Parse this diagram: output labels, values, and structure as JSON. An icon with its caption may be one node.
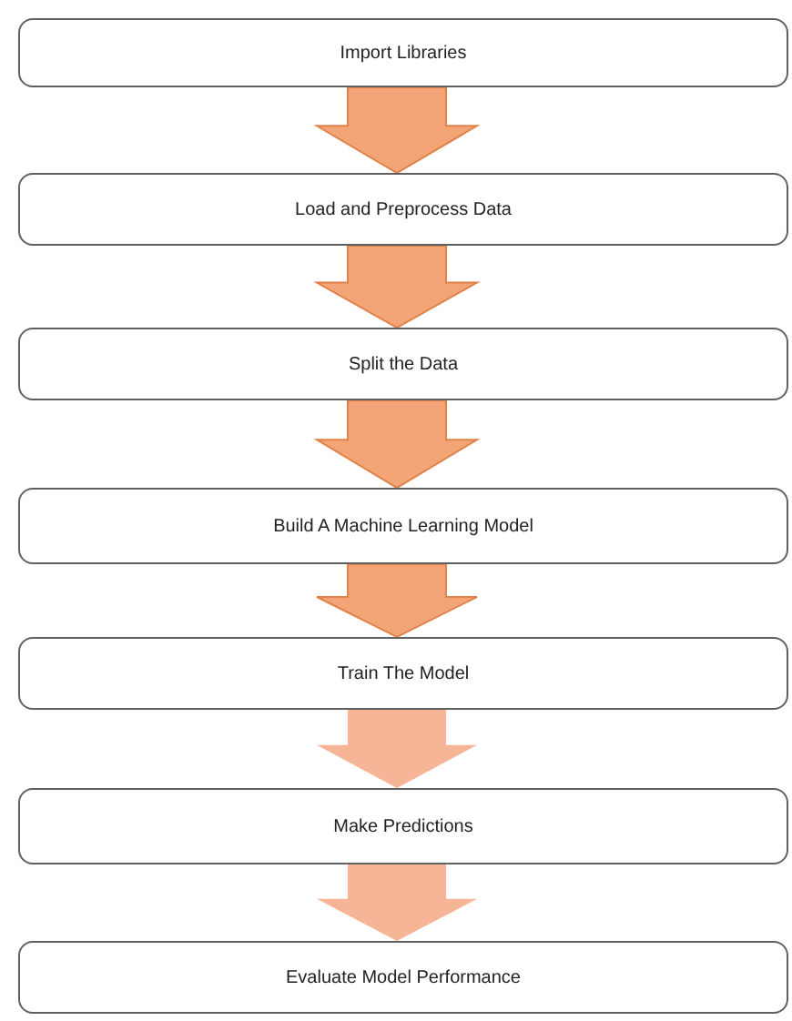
{
  "diagram": {
    "nodes": [
      {
        "text": [
          "Import Libraries"
        ]
      },
      {
        "text": [
          "Load and Preprocess Data"
        ]
      },
      {
        "text": [
          "Split the Data"
        ]
      },
      {
        "text": [
          "Build A Machine Learning Model"
        ]
      },
      {
        "text": [
          "Train The Model"
        ]
      },
      {
        "text": [
          "Make Predictions"
        ]
      },
      {
        "text": [
          "Evaluate Model Performance"
        ]
      }
    ],
    "edges": [
      {
        "from": 0,
        "to": 1,
        "arrow": "to"
      },
      {
        "from": 1,
        "to": 2,
        "arrow": "to"
      },
      {
        "from": 2,
        "to": 3,
        "arrow": "to"
      },
      {
        "from": 3,
        "to": 4,
        "arrow": "to"
      },
      {
        "from": 4,
        "to": 5,
        "arrow": "to"
      },
      {
        "from": 5,
        "to": 6,
        "arrow": "to"
      }
    ]
  }
}
